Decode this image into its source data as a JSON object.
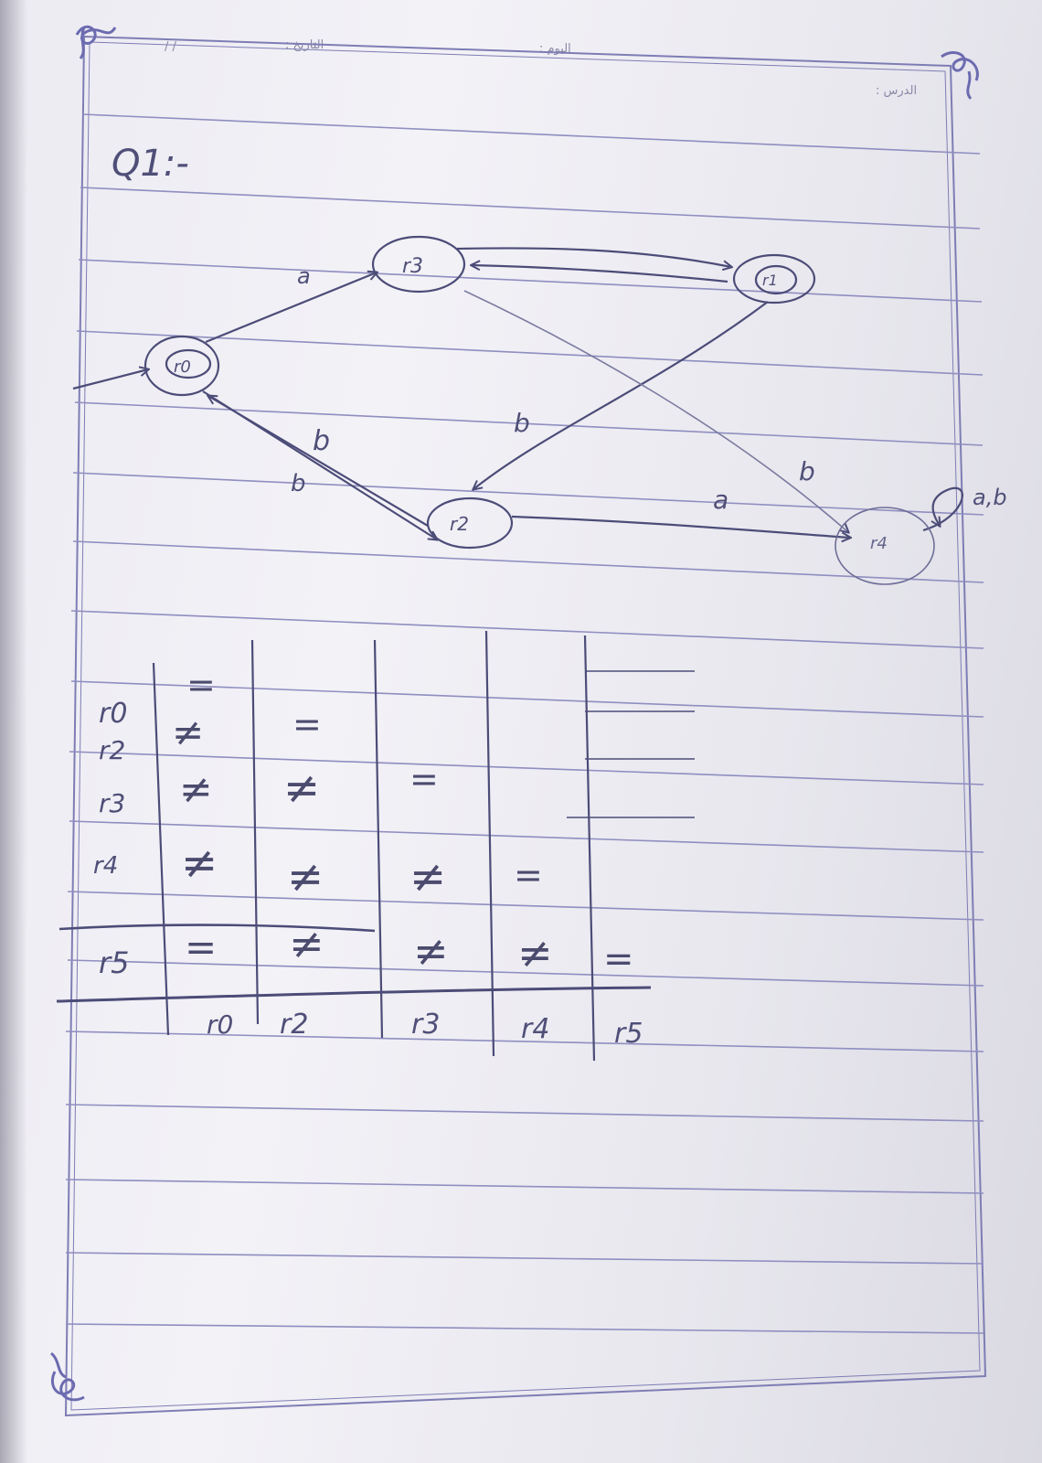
{
  "header": {
    "date_label": "التاريخ :",
    "date_slashes": "/        /",
    "day_label": "اليوم :",
    "lesson_label": "الدرس :"
  },
  "question_label": "Q1:-",
  "diagram": {
    "states": [
      {
        "id": "r0",
        "label": "r0",
        "start": true,
        "accepting": true
      },
      {
        "id": "r3",
        "label": "r3",
        "start": false,
        "accepting": false
      },
      {
        "id": "r1",
        "label": "r1",
        "start": false,
        "accepting": true
      },
      {
        "id": "r2",
        "label": "r2",
        "start": false,
        "accepting": false
      },
      {
        "id": "r4",
        "label": "r4",
        "start": false,
        "accepting": false
      }
    ],
    "transitions": [
      {
        "from": "r0",
        "to": "r3",
        "label": "a"
      },
      {
        "from": "r3",
        "to": "r1",
        "label": ""
      },
      {
        "from": "r1",
        "to": "r3",
        "label": ""
      },
      {
        "from": "r1",
        "to": "r2",
        "label": "b"
      },
      {
        "from": "r0",
        "to": "r2",
        "label": "b"
      },
      {
        "from": "r2",
        "to": "r0",
        "label": "b"
      },
      {
        "from": "r3",
        "to": "r4",
        "label": "b"
      },
      {
        "from": "r2",
        "to": "r4",
        "label": "a"
      },
      {
        "from": "r4",
        "to": "r4",
        "label": "a,b"
      }
    ]
  },
  "table": {
    "row_labels": [
      "r0",
      "r2",
      "r3",
      "r4",
      "r5"
    ],
    "col_labels": [
      "r0",
      "r2",
      "r3",
      "r4",
      "r5"
    ],
    "cells": [
      [
        "="
      ],
      [
        "≠",
        "="
      ],
      [
        "≠",
        "≠",
        "="
      ],
      [
        "≠",
        "≠",
        "≠",
        "="
      ],
      [
        "=",
        "≠",
        "≠",
        "≠",
        "="
      ]
    ]
  }
}
